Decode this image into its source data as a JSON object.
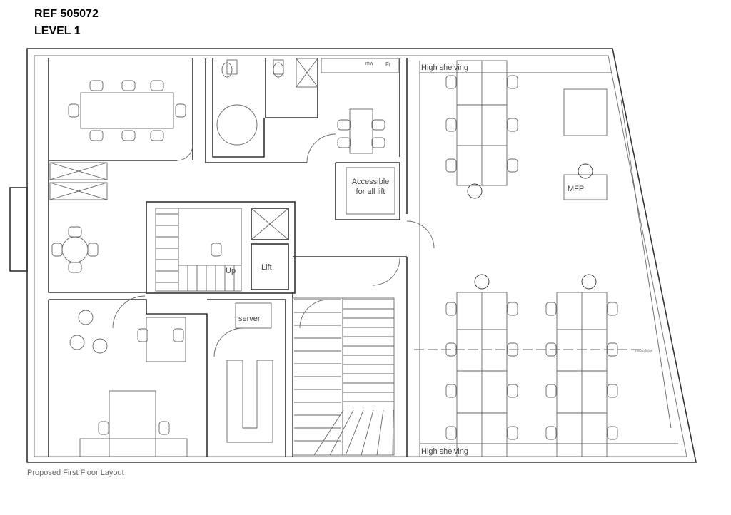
{
  "header": {
    "ref": "REF 505072",
    "level": "LEVEL 1"
  },
  "labels": {
    "high_shelving_top": "High shelving",
    "high_shelving_bottom": "High shelving",
    "lift_access_1": "Accessible",
    "lift_access_2": "for all lift",
    "mfp": "MFP",
    "up": "Up",
    "lift": "Lift",
    "server": "server",
    "microwave": "mw",
    "fridge": "Fr",
    "mezzanine": "mezzanine"
  },
  "caption": "Proposed First Floor Layout"
}
